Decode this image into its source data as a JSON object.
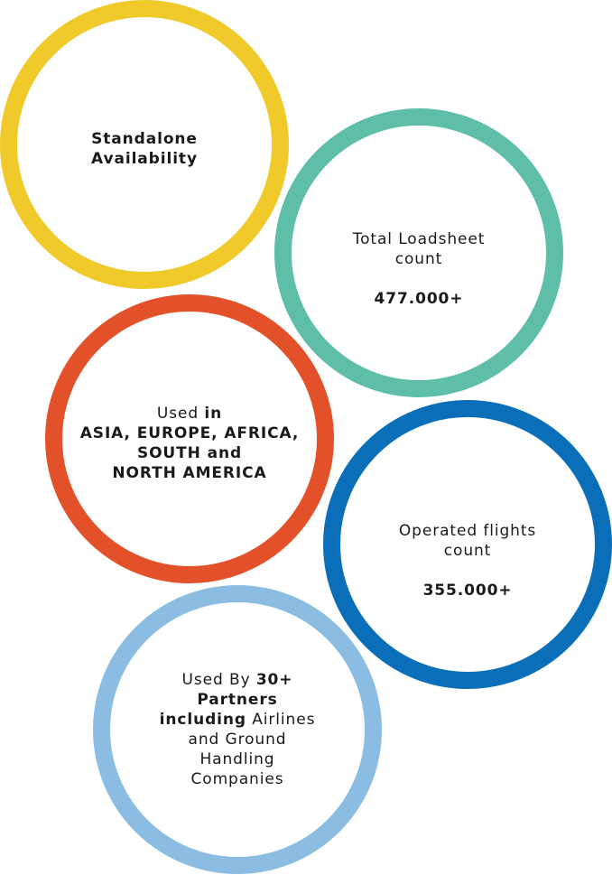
{
  "colors": {
    "standalone": "#f0ca2a",
    "loadsheet": "#5fbea8",
    "regions": "#e3512a",
    "flights": "#0a6fb8",
    "partners": "#8bbde2"
  },
  "standalone": {
    "line1": "Standalone",
    "line2": "Availability"
  },
  "loadsheet": {
    "line1": "Total Loadsheet",
    "line2": "count",
    "value": "477.000+"
  },
  "regions": {
    "prefix": "Used ",
    "prefix_bold": "in",
    "line2": "ASIA, EUROPE, AFRICA,",
    "line3": "SOUTH and",
    "line4": "NORTH AMERICA"
  },
  "flights": {
    "line1": "Operated flights",
    "line2": "count",
    "value": "355.000+"
  },
  "partners": {
    "line1_prefix": "Used By ",
    "line1_bold": "30+",
    "line2": "Partners",
    "line3_bold": "including",
    "line3_rest": " Airlines",
    "line4": "and Ground",
    "line5": "Handling",
    "line6": "Companies"
  }
}
